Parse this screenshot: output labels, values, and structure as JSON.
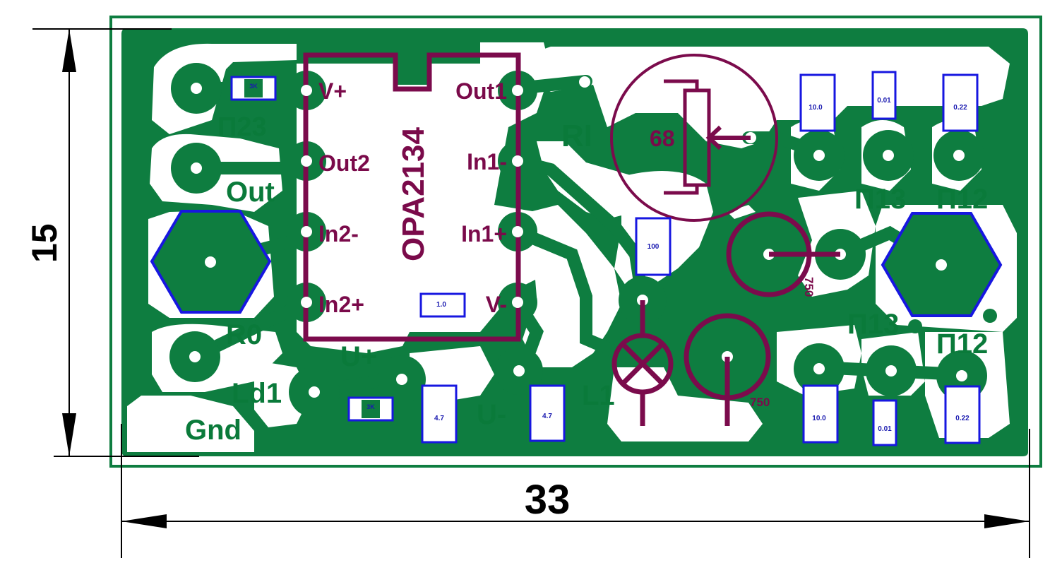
{
  "colors": {
    "copper": "#0e7d40",
    "outline": "#0e7d40",
    "component": "#7b0b4c",
    "smd_outline": "#1717e0",
    "dimension": "#000000",
    "background": "#ffffff"
  },
  "dimensions": {
    "height": "15",
    "width": "33"
  },
  "ic": {
    "name": "OPA2134",
    "pins_left": [
      "V+",
      "Out2",
      "In2-",
      "In2+"
    ],
    "pins_right": [
      "Out1",
      "In1-",
      "In1+",
      "V-"
    ]
  },
  "labels": {
    "p23": "П23",
    "out": "Out",
    "r0": "R0",
    "ld1": "Ld1",
    "gnd": "Gnd",
    "u_plus": "U+",
    "u_minus": "U-",
    "l1": "L1",
    "ri": "RI",
    "p13_top": "П13",
    "p12_top": "П12",
    "p13_bottom": "П13",
    "p12_bottom": "П12"
  },
  "trimmer": {
    "value": "68"
  },
  "transistor_values": {
    "upper": "750",
    "lower": "750"
  },
  "smd": {
    "r_3k_top": "3K",
    "r_3k_bottom": "3K",
    "c_1_0": "1.0",
    "r_100": "100",
    "c_4_7_left": "4.7",
    "c_4_7_right": "4.7",
    "c_10_top": "10.0",
    "c_001_top": "0.01",
    "c_022_top": "0.22",
    "c_10_bottom": "10.0",
    "c_001_bottom": "0.01",
    "c_022_bottom": "0.22"
  }
}
